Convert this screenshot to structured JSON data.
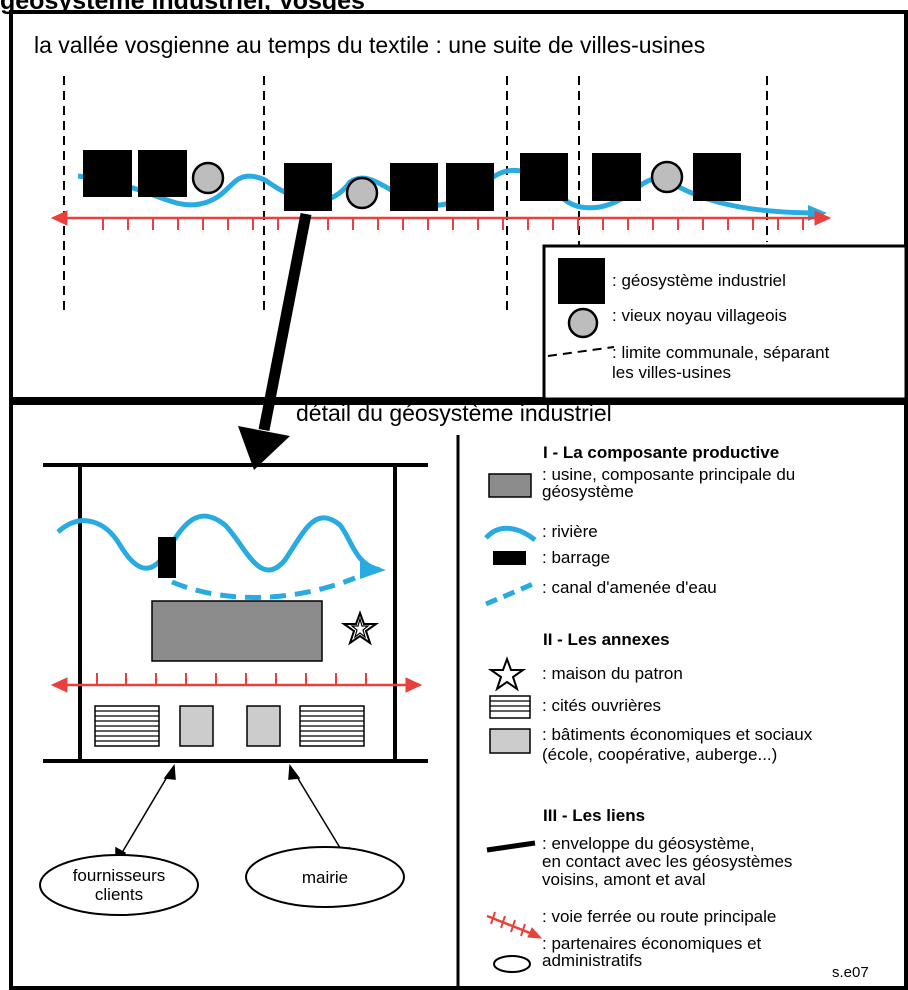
{
  "page_heading": "géosystème industriel, Vosges",
  "top_panel": {
    "title": "la vallée vosgienne au temps du textile : une suite de villes-usines",
    "legend": {
      "industrial_geosystem": ": géosystème industriel",
      "old_village_core": ": vieux noyau villageois",
      "municipal_boundary": ": limite communale, séparant\nles villes-usines"
    }
  },
  "bottom_panel": {
    "title": "détail du géosystème industriel",
    "partners": {
      "suppliers": "fournisseurs\nclients",
      "town_hall": "mairie"
    },
    "legend": {
      "section1": {
        "heading": "I - La composante productive",
        "factory": ": usine, composante principale du\ngéosystème",
        "river": ": rivière",
        "dam": ": barrage",
        "canal": ": canal d'amenée d'eau"
      },
      "section2": {
        "heading": "II - Les annexes",
        "boss_house": ": maison du patron",
        "workers_housing": ": cités ouvrières",
        "buildings": ": bâtiments économiques et sociaux\n(école, coopérative, auberge...)"
      },
      "section3": {
        "heading": "III - Les liens",
        "envelope": ": enveloppe du géosystème,\nen contact avec les géosystèmes\nvoisins, amont et aval",
        "railway": ": voie ferrée ou route principale",
        "partners": ": partenaires économiques et\nadministratifs"
      }
    }
  },
  "credit": "s.e07",
  "colors": {
    "river": "#29abe2",
    "rail": "#e8413c",
    "factory": "#8c8c8c",
    "building": "#cccccc",
    "village": "#bdbdbd"
  }
}
